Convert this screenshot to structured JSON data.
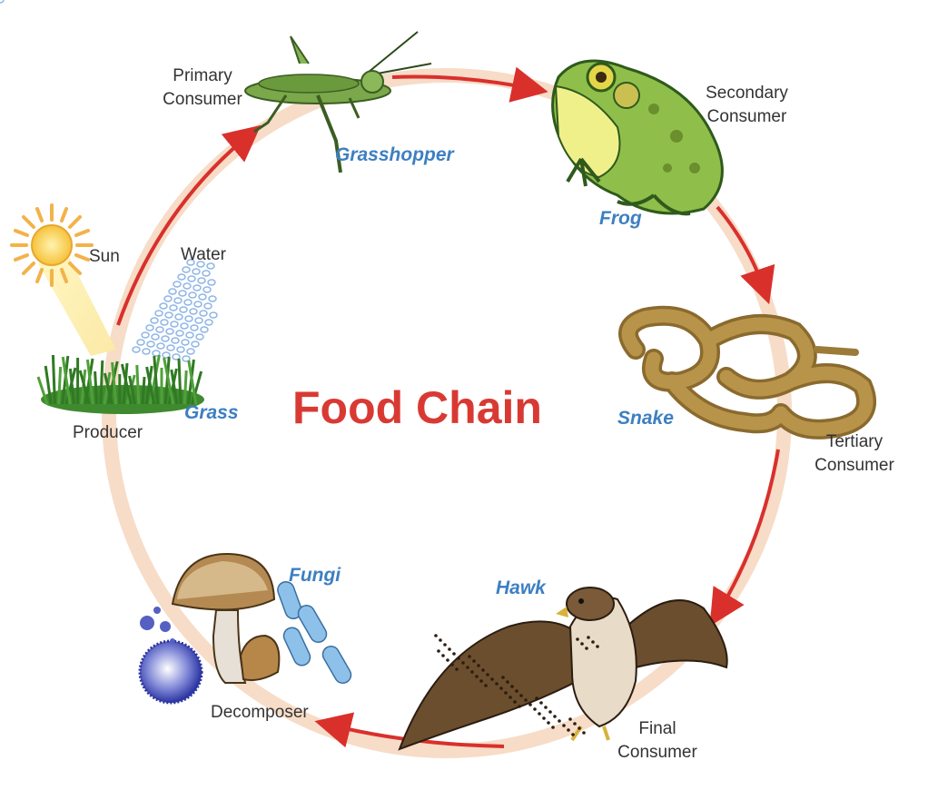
{
  "title": "Food Chain",
  "labels": {
    "sun": "Sun",
    "water": "Water",
    "producer": "Producer",
    "primary": [
      "Primary",
      "Consumer"
    ],
    "secondary": [
      "Secondary",
      "Consumer"
    ],
    "tertiary": [
      "Tertiary",
      "Consumer"
    ],
    "final": [
      "Final",
      "Consumer"
    ],
    "decomposer": "Decomposer"
  },
  "species": {
    "grass": "Grass",
    "grasshopper": "Grasshopper",
    "frog": "Frog",
    "snake": "Snake",
    "hawk": "Hawk",
    "fungi": "Fungi"
  },
  "colors": {
    "ring": "#f7dcc8",
    "arrow": "#d9302c",
    "title": "#d83a33",
    "species": "#3d7fc2",
    "label": "#333333"
  }
}
